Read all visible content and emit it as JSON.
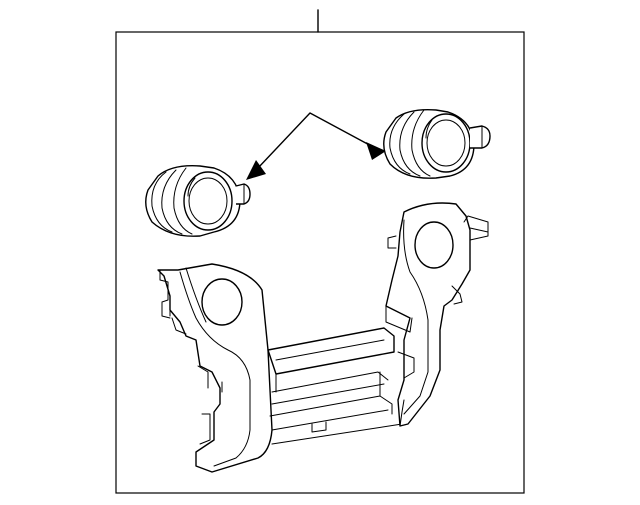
{
  "diagram": {
    "callouts": [],
    "colors": {
      "line": "#000000",
      "background": "#ffffff"
    },
    "parts": [
      "frame-border",
      "leader-line",
      "knob-left",
      "knob-right",
      "pointer-arrows",
      "bezel-bracket"
    ]
  }
}
